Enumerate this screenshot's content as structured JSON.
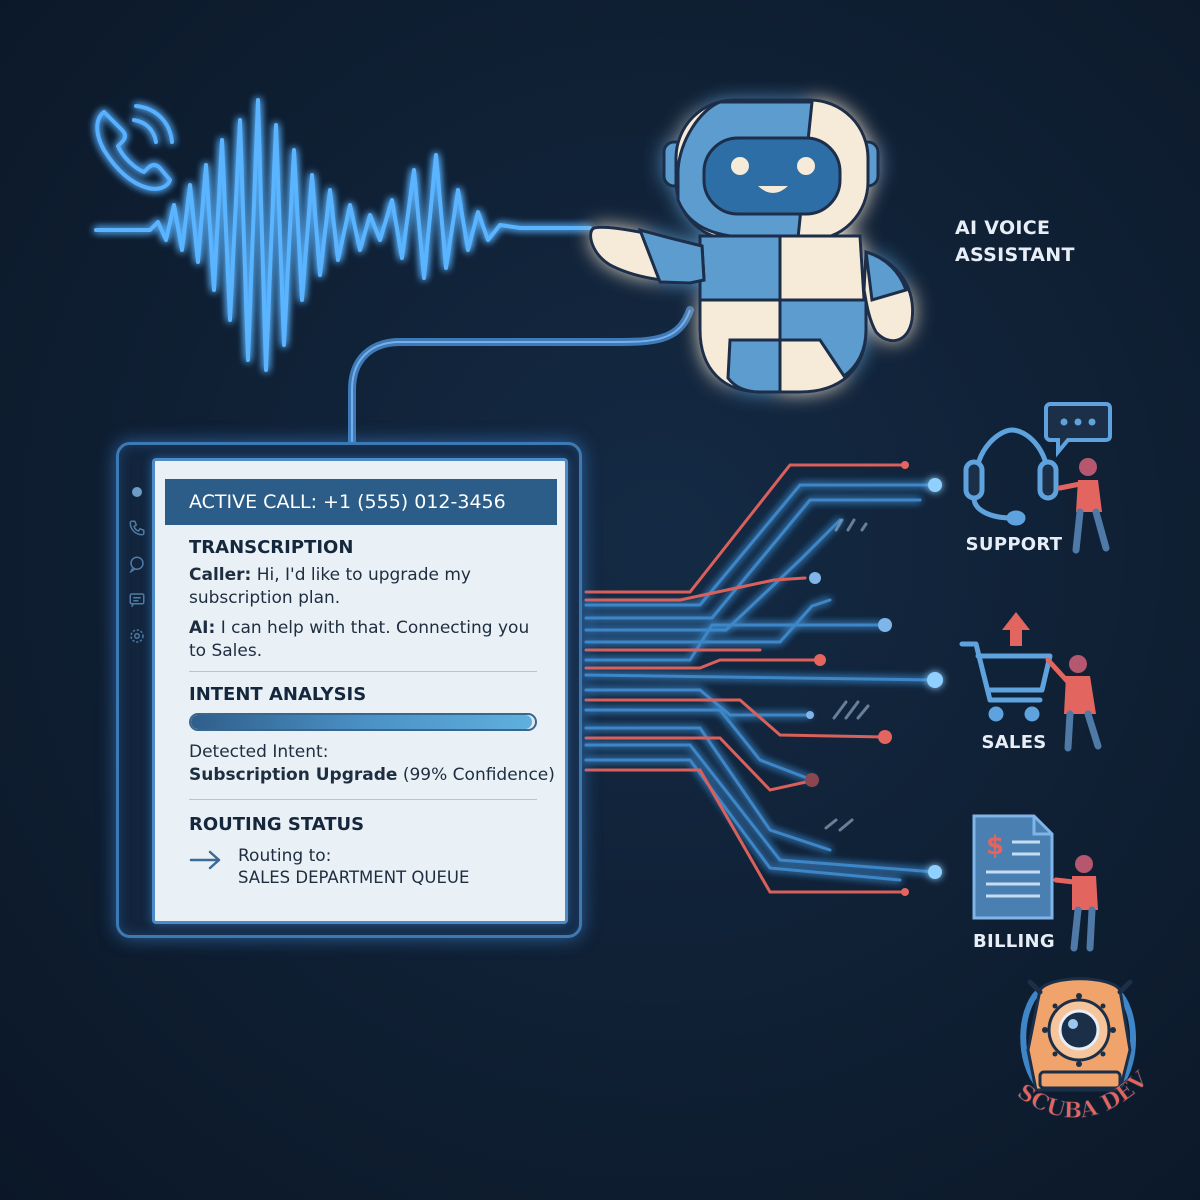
{
  "assistant": {
    "label": "AI VOICE ASSISTANT"
  },
  "call_panel": {
    "header": "ACTIVE CALL: +1 (555) 012-3456",
    "transcription": {
      "title": "TRANSCRIPTION",
      "lines": [
        {
          "speaker": "Caller:",
          "text": "Hi, I'd like to upgrade my subscription plan."
        },
        {
          "speaker": "AI:",
          "text": "I can help with that. Connecting you to Sales."
        }
      ]
    },
    "intent": {
      "title": "INTENT ANALYSIS",
      "confidence_fraction": 0.99,
      "detected_label": "Detected Intent:",
      "detected_value": "Subscription Upgrade",
      "confidence_text": "(99% Confidence)"
    },
    "routing": {
      "title": "ROUTING STATUS",
      "label": "Routing to:",
      "destination": "SALES DEPARTMENT QUEUE"
    }
  },
  "departments": [
    {
      "name": "SUPPORT",
      "icon": "headset-icon"
    },
    {
      "name": "SALES",
      "icon": "cart-icon"
    },
    {
      "name": "BILLING",
      "icon": "invoice-icon"
    }
  ],
  "sidebar_icons": [
    "status-dot-icon",
    "phone-icon",
    "chat-icon",
    "message-icon",
    "gear-icon"
  ],
  "logo": {
    "text": "SCUBA DEV"
  },
  "colors": {
    "background": "#0f1f33",
    "neon_blue": "#4aa3ff",
    "accent_red": "#e3655f",
    "robot_blue": "#5b9ccf",
    "robot_cream": "#f6ead8",
    "panel_header": "#2c5d88",
    "logo_orange": "#f0a36b"
  }
}
